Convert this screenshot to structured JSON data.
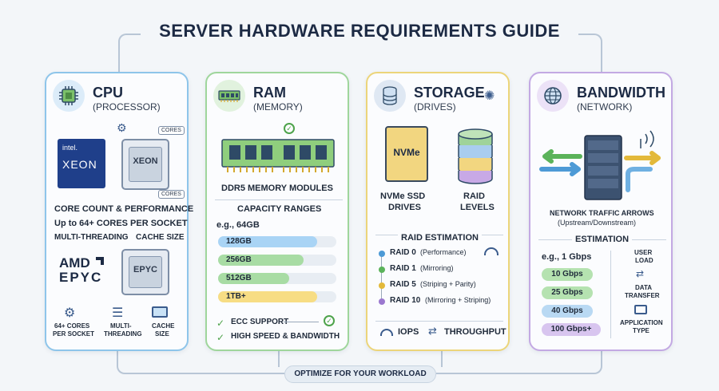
{
  "title": "SERVER HARDWARE REQUIREMENTS GUIDE",
  "footer": "OPTIMIZE FOR YOUR WORKLOAD",
  "cpu": {
    "title": "CPU",
    "subtitle": "(PROCESSOR)",
    "intel_brand": "intel.",
    "xeon_logo": "XEON",
    "chip1": "XEON",
    "cores_tag1": "CORES",
    "cores_tag2": "CORES",
    "line1": "CORE COUNT & PERFORMANCE",
    "line2": "Up to 64+ CORES PER SOCKET",
    "line3a": "MULTI-THREADING",
    "line3b": "CACHE SIZE",
    "amd_logo": "AMD",
    "epyc_logo": "EPYC",
    "chip2": "EPYC",
    "icon1_label_a": "64+ CORES",
    "icon1_label_b": "PER SOCKET",
    "icon2_label_a": "MULTI-",
    "icon2_label_b": "THREADING",
    "icon3_label_a": "CACHE",
    "icon3_label_b": "SIZE"
  },
  "ram": {
    "title": "RAM",
    "subtitle": "(MEMORY)",
    "modules": "DDR5 MEMORY MODULES",
    "ranges_title": "CAPACITY RANGES",
    "example": "e.g., 64GB",
    "capacities": [
      {
        "label": "128GB",
        "level": 0.84,
        "color": "#a9d4f5"
      },
      {
        "label": "256GB",
        "level": 0.72,
        "color": "#a8dca4"
      },
      {
        "label": "512GB",
        "level": 0.6,
        "color": "#a8dca4"
      },
      {
        "label": "1TB+",
        "level": 0.84,
        "color": "#f7dd84"
      }
    ],
    "feature1": "ECC SUPPORT",
    "feature2": "HIGH SPEED & BANDWIDTH"
  },
  "storage": {
    "title": "STORAGE",
    "subtitle": "(DRIVES)",
    "nvme_chip": "NVMe",
    "nvme_label_a": "NVMe SSD",
    "nvme_label_b": "DRIVES",
    "raid_label_a": "RAID",
    "raid_label_b": "LEVELS",
    "estimation": "RAID ESTIMATION",
    "raids": [
      {
        "name": "RAID 0",
        "desc": "(Performance)",
        "color": "#4d9ad6"
      },
      {
        "name": "RAID 1",
        "desc": "(Mirroring)",
        "color": "#5bb35a"
      },
      {
        "name": "RAID 5",
        "desc": "(Striping + Parity)",
        "color": "#e3b93a"
      },
      {
        "name": "RAID 10",
        "desc": "(Mirroring + Striping)",
        "color": "#9b78cf"
      }
    ],
    "iops": "IOPS",
    "throughput": "THROUGHPUT"
  },
  "bandwidth": {
    "title": "BANDWIDTH",
    "subtitle": "(NETWORK)",
    "arrows_a": "NETWORK TRAFFIC ARROWS",
    "arrows_b": "(Upstream/Downstream)",
    "estimation": "ESTIMATION",
    "example": "e.g., 1 Gbps",
    "speeds": [
      {
        "label": "10 Gbps",
        "color": "#b5e2b0"
      },
      {
        "label": "25 Gbps",
        "color": "#b5e2b0"
      },
      {
        "label": "40 Gbps",
        "color": "#b9d9f3"
      },
      {
        "label": "100 Gbps+",
        "color": "#d8c5ef"
      }
    ],
    "side1_a": "USER",
    "side1_b": "LOAD",
    "side2_a": "DATA",
    "side2_b": "TRANSFER",
    "side3_a": "APPLICATION",
    "side3_b": "TYPE"
  }
}
